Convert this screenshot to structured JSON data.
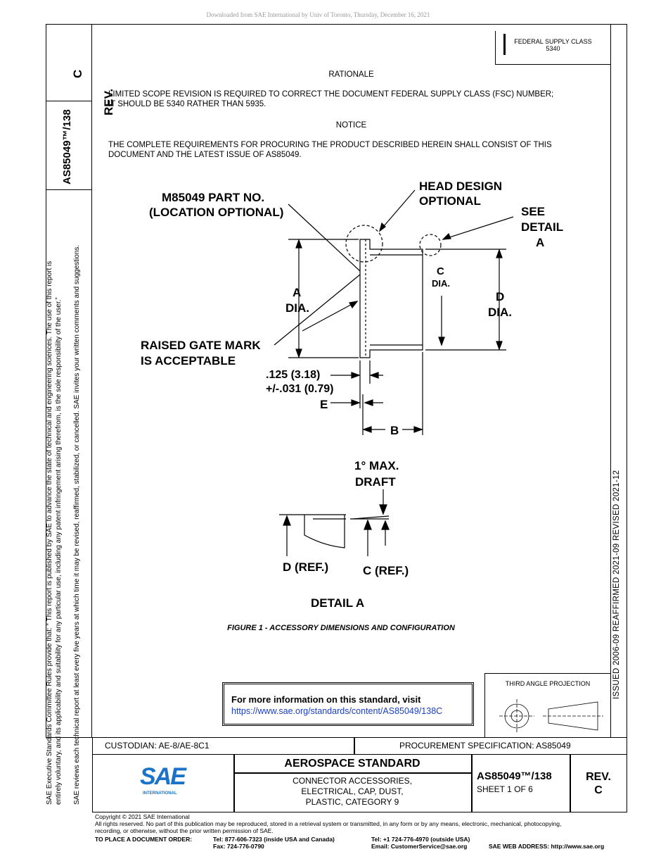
{
  "header": {
    "download_note": "Downloaded from SAE International by Univ of Toronto, Thursday, December 16, 2021"
  },
  "left_column": {
    "rev_label": "REV.",
    "rev_value": "C",
    "doc_number": "AS85049™/138",
    "notice_line1": "SAE Executive Standards Committee Rules provide that: “  This report is published by SAE to advance the state of technical and engineering sciences. The use of this report is",
    "notice_line2": "entirely voluntary, and its applicability and suitability for any particular use, including any patent infringement arising therefrom, is the sole responsibility of the user.”",
    "notice_line3": "SAE reviews each technical report at least every five years at which time it may be revised, reaffirmed, stabilized, or cancelled. SAE invites your written comments and suggestions."
  },
  "right_column": {
    "history": "ISSUED 2006-09     REAFFIRMED 2021-09     REVISED 2021-12"
  },
  "fsc": {
    "line1": "FEDERAL SUPPLY CLASS",
    "line2": "5340"
  },
  "rationale": {
    "title": "RATIONALE",
    "text1": "LIMITED SCOPE REVISION IS REQUIRED TO CORRECT THE DOCUMENT FEDERAL SUPPLY CLASS (FSC) NUMBER;",
    "text2": "IT SHOULD BE 5340 RATHER THAN 5935."
  },
  "notice": {
    "title": "NOTICE",
    "text1": "THE COMPLETE REQUIREMENTS FOR PROCURING THE PRODUCT DESCRIBED HEREIN SHALL CONSIST OF THIS",
    "text2": "DOCUMENT AND THE LATEST ISSUE OF AS85049."
  },
  "drawing": {
    "part_no_1": "M85049 PART NO.",
    "part_no_2": "(LOCATION OPTIONAL)",
    "head_1": "HEAD DESIGN",
    "head_2": "OPTIONAL",
    "see_1": "SEE",
    "see_2": "DETAIL",
    "see_3": "A",
    "c_label": "C",
    "c_dia": "DIA.",
    "a_label": "A",
    "a_dia": "DIA.",
    "d_label": "D",
    "d_dia": "DIA.",
    "gate_1": "RAISED GATE MARK",
    "gate_2": "IS ACCEPTABLE",
    "tol_1": ".125 (3.18)",
    "tol_2": "+/-.031 (0.79)",
    "e_label": "E",
    "b_label": "B",
    "draft_1": "1° MAX.",
    "draft_2": "DRAFT",
    "d_ref": "D (REF.)",
    "c_ref": "C (REF.)",
    "detail_title": "DETAIL A"
  },
  "figure_caption": "FIGURE 1 - ACCESSORY DIMENSIONS AND CONFIGURATION",
  "more_info": {
    "text": "For more information on this standard, visit",
    "link": "https://www.sae.org/standards/content/AS85049/138C"
  },
  "projection": {
    "label": "THIRD ANGLE PROJECTION"
  },
  "title_block": {
    "custodian": "CUSTODIAN: AE-8/AE-8C1",
    "procurement": "PROCUREMENT SPECIFICATION: AS85049",
    "standard": "AEROSPACE STANDARD",
    "desc1": "CONNECTOR ACCESSORIES,",
    "desc2": "ELECTRICAL, CAP, DUST,",
    "desc3": "PLASTIC, CATEGORY 9",
    "doc_no": "AS85049™/138",
    "sheet": "SHEET 1 OF 6",
    "rev_label": "REV.",
    "rev_value": "C",
    "logo_text": "SAE",
    "logo_sub": "INTERNATIONAL"
  },
  "footer": {
    "copyright": "Copyright © 2021 SAE International",
    "rights1": "All rights reserved. No part of this publication may be reproduced, stored in a retrieval system or transmitted, in any form or by any means, electronic, mechanical, photocopying,",
    "rights2": "recording, or otherwise, without the prior written permission of SAE.",
    "order_label": "TO PLACE A DOCUMENT ORDER:",
    "tel1": "Tel:  877-606-7323 (inside USA and Canada)",
    "fax": "Fax: 724-776-0790",
    "tel2": "Tel:   +1 724-776-4970 (outside USA)",
    "email": "Email: CustomerService@sae.org",
    "web": "SAE WEB ADDRESS: http://www.sae.org"
  }
}
